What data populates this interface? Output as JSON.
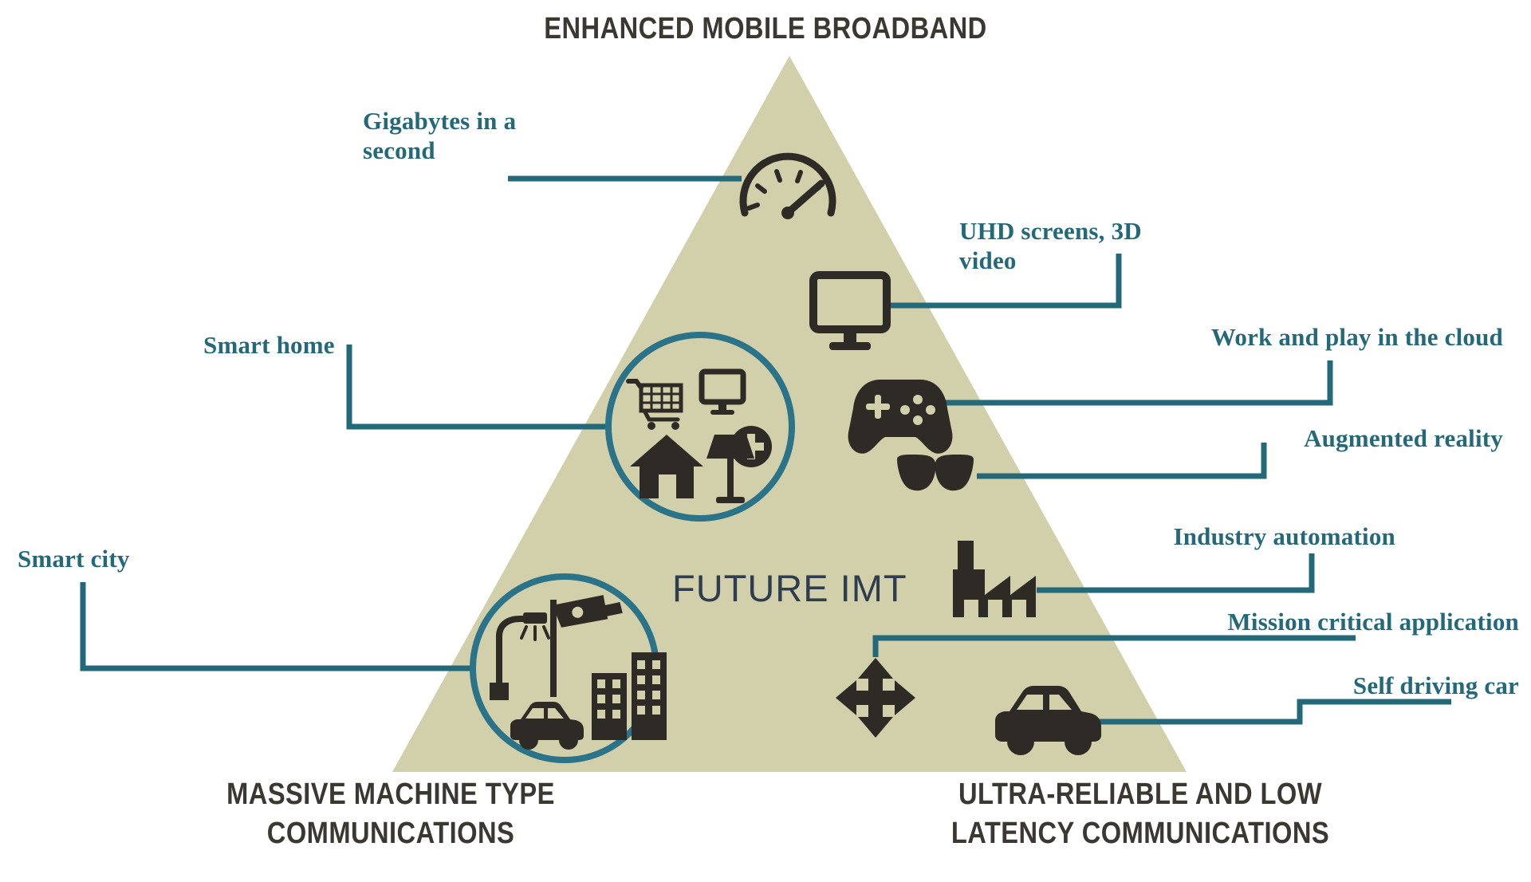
{
  "palette": {
    "triangle_fill": "#d2d0ab",
    "icon_dark": "#2e2a26",
    "accent_teal": "#24697a",
    "circle_stroke": "#2a7388",
    "corner_text": "#3b3731",
    "center_text": "#2f3e4e",
    "background": "#ffffff"
  },
  "corners": {
    "top": {
      "id": "enhanced-mobile-broadband",
      "label": "ENHANCED MOBILE BROADBAND"
    },
    "bottom_left": {
      "id": "massive-machine-type-communications",
      "label": "MASSIVE MACHINE TYPE\nCOMMUNICATIONS"
    },
    "bottom_right": {
      "id": "ultra-reliable-low-latency-communications",
      "label": "ULTRA-RELIABLE AND LOW\nLATENCY COMMUNICATIONS"
    }
  },
  "center": {
    "label": "FUTURE IMT"
  },
  "callouts": [
    {
      "id": "gigabytes-in-a-second",
      "label": "Gigabytes in a\nsecond",
      "icon": "speedometer-icon",
      "side": "left"
    },
    {
      "id": "smart-home",
      "label": "Smart home",
      "icon": "smart-home-cluster-icon",
      "side": "left"
    },
    {
      "id": "smart-city",
      "label": "Smart city",
      "icon": "smart-city-cluster-icon",
      "side": "left"
    },
    {
      "id": "uhd-screens-3d-video",
      "label": "UHD screens, 3D\nvideo",
      "icon": "monitor-icon",
      "side": "right"
    },
    {
      "id": "work-and-play-in-the-cloud",
      "label": "Work and play in the cloud",
      "icon": "gamepad-icon",
      "side": "right"
    },
    {
      "id": "augmented-reality",
      "label": "Augmented reality",
      "icon": "sunglasses-icon",
      "side": "right"
    },
    {
      "id": "industry-automation",
      "label": "Industry automation",
      "icon": "factory-icon",
      "side": "right"
    },
    {
      "id": "mission-critical-application",
      "label": "Mission critical application",
      "icon": "move-arrows-icon",
      "side": "right"
    },
    {
      "id": "self-driving-car",
      "label": "Self driving car",
      "icon": "car-icon",
      "side": "right"
    }
  ],
  "clusters": {
    "smart_home_icons": [
      "shopping-cart-icon",
      "monitor-icon",
      "medical-cross-icon",
      "house-icon",
      "lamp-icon"
    ],
    "smart_city_icons": [
      "street-lamp-icon",
      "cctv-camera-icon",
      "buildings-icon",
      "car-icon"
    ]
  }
}
